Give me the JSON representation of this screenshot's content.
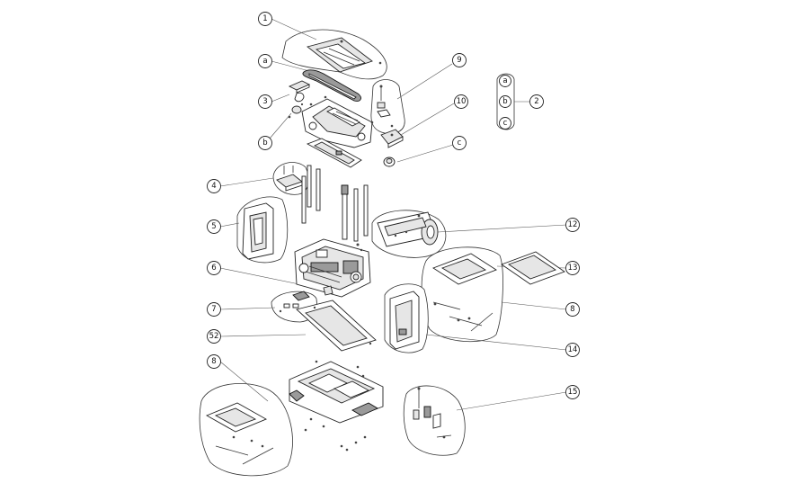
{
  "callouts": [
    {
      "id": "c1",
      "label": "1"
    },
    {
      "id": "ca",
      "label": "a"
    },
    {
      "id": "c3",
      "label": "3"
    },
    {
      "id": "cb",
      "label": "b"
    },
    {
      "id": "c9",
      "label": "9"
    },
    {
      "id": "c10",
      "label": "10"
    },
    {
      "id": "cc",
      "label": "c"
    },
    {
      "id": "c2a",
      "label": "a"
    },
    {
      "id": "c2b",
      "label": "b"
    },
    {
      "id": "c2c",
      "label": "c"
    },
    {
      "id": "c2",
      "label": "2"
    },
    {
      "id": "c4",
      "label": "4"
    },
    {
      "id": "c5",
      "label": "5"
    },
    {
      "id": "c12",
      "label": "12"
    },
    {
      "id": "c6",
      "label": "6"
    },
    {
      "id": "c13",
      "label": "13"
    },
    {
      "id": "c7",
      "label": "7"
    },
    {
      "id": "c8r",
      "label": "8"
    },
    {
      "id": "c52",
      "label": "52"
    },
    {
      "id": "c14",
      "label": "14"
    },
    {
      "id": "c8l",
      "label": "8"
    },
    {
      "id": "c15",
      "label": "15"
    }
  ],
  "colors": {
    "line": "#333333",
    "fill_light": "#e6e6e6",
    "fill_dark": "#9a9a9a",
    "background": "#ffffff"
  }
}
